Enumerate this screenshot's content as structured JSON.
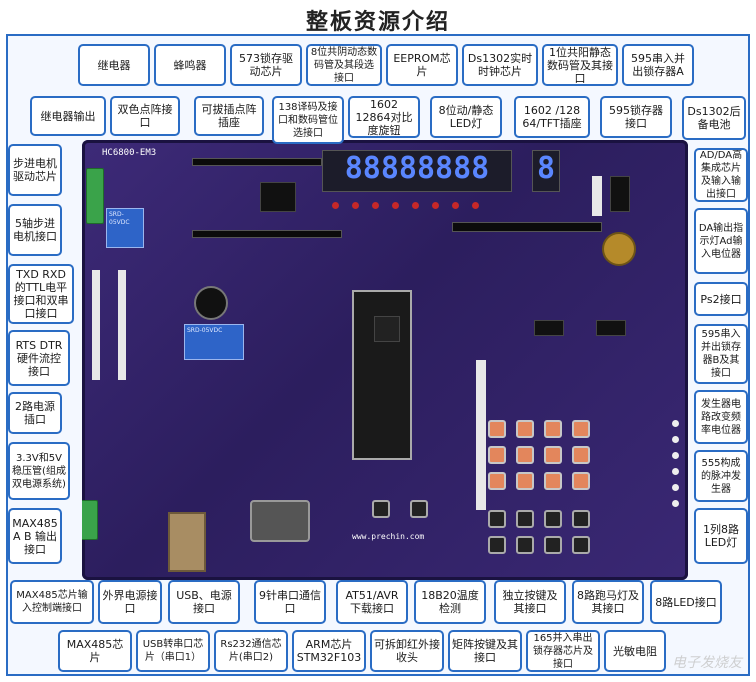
{
  "title": "整板资源介绍",
  "board": {
    "model": "HC6800-EM3",
    "website": "www.prechin.com",
    "seg_display": "88888888"
  },
  "labels": {
    "relay": "继电器",
    "buzzer": "蜂鸣器",
    "latch573": "573锁存驱动芯片",
    "seg8_cathode": "8位共阴动态数码管及其段选接口",
    "eeprom": "EEPROM芯片",
    "ds1302": "Ds1302实时时钟芯片",
    "seg1_anode": "1位共阳静态数码管及其接口",
    "sr595_a": "595串入并出锁存器A",
    "relay_out": "继电器输出",
    "dot_matrix": "双色点阵接口",
    "plug_socket": "可拔插点阵插座",
    "decoder138": "138译码及接口和数码管位选接口",
    "lcd1602": "1602 12864对比度旋钮",
    "led8_dyn": "8位动/静态LED灯",
    "lcd_tft": "1602 /128 64/TFT插座",
    "latch595": "595锁存器接口",
    "ds1302_bat": "Ds1302后备电池",
    "stepper_driver": "步进电机驱动芯片",
    "adda": "AD/DA高集成芯片及输入输出接口",
    "stepper5": "5轴步进电机接口",
    "da_out": "DA输出指示灯Ad输入电位器",
    "ttl": "TXD RXD的TTL电平接口和双串口接口",
    "ps2": "Ps2接口",
    "rts": "RTS DTR硬件流控接口",
    "sr595_b": "595串入并出锁存器B及其接口",
    "power2": "2路电源插口",
    "pot_freq": "发生器电路改变频率电位器",
    "regulator": "3.3V和5V稳压管(组成双电源系统)",
    "pulse555": "555构成的脉冲发生器",
    "max485_ab": "MAX485 A B 输出接口",
    "led1x8": "1列8路LED灯",
    "max485_ctrl": "MAX485芯片输入控制端接口",
    "ext_power": "外界电源接口",
    "usb_power": "USB、电源接口",
    "serial9": "9针串口通信口",
    "at51": "AT51/AVR下载接口",
    "ds18b20": "18B20温度检测",
    "indep_key": "独立按键及其接口",
    "marquee8": "8路跑马灯及其接口",
    "led8_if": "8路LED接口",
    "max485_chip": "MAX485芯片",
    "usb_serial": "USB转串口芯片（串口1）",
    "rs232": "Rs232通信芯片(串口2)",
    "arm": "ARM芯片STM32F103",
    "ir_recv": "可拆卸红外接收头",
    "matrix_key": "矩阵按键及其接口",
    "sr165": "165并入串出锁存器芯片及接口",
    "photo": "光敏电阻"
  },
  "watermark": "电子发烧友"
}
